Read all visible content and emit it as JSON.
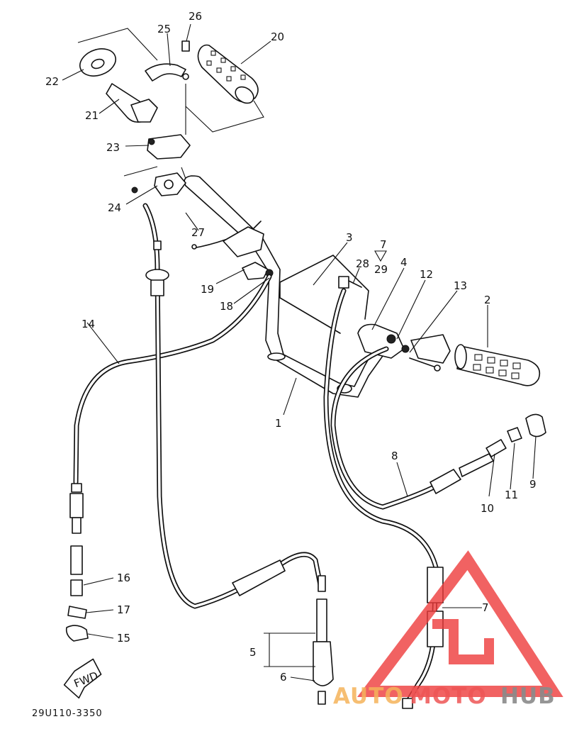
{
  "diagram": {
    "labels": {
      "p1": "1",
      "p2": "2",
      "p3": "3",
      "p4": "4",
      "p5": "5",
      "p6": "6",
      "p7a": "7",
      "p7b": "7",
      "p8": "8",
      "p9": "9",
      "p10": "10",
      "p11": "11",
      "p12": "12",
      "p13": "13",
      "p14": "14",
      "p15": "15",
      "p16": "16",
      "p17": "17",
      "p18": "18",
      "p19": "19",
      "p20": "20",
      "p21": "21",
      "p22": "22",
      "p23": "23",
      "p24": "24",
      "p25": "25",
      "p26": "26",
      "p27": "27",
      "p28": "28",
      "p29": "29"
    },
    "fwd": "FWD",
    "drawing_code": "29U110-3350"
  },
  "watermark": {
    "part1": "AUTO",
    "part2": "MOTO",
    "part3": "HUB",
    "colors": {
      "auto": "#f5b35a",
      "moto": "#ee5555",
      "hub": "#8a8a8a",
      "logo": "#ee3b3b"
    }
  }
}
